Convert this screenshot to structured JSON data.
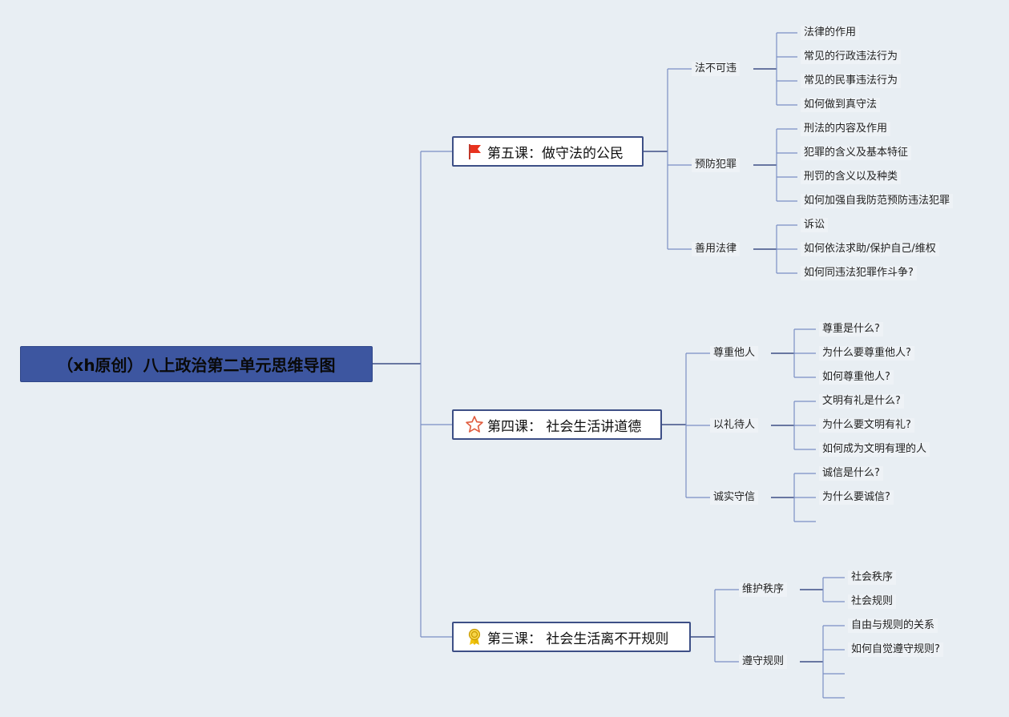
{
  "root": {
    "title": "（xh原创）八上政治第二单元思维导图"
  },
  "lessons": [
    {
      "label": "第五课：做守法的公民",
      "icon": "red-flag-icon",
      "topics": [
        {
          "label": "法不可违",
          "leaves": [
            "法律的作用",
            "常见的行政违法行为",
            "常见的民事违法行为",
            "如何做到真守法"
          ]
        },
        {
          "label": "预防犯罪",
          "leaves": [
            "刑法的内容及作用",
            "犯罪的含义及基本特征",
            "刑罚的含义以及种类",
            "如何加强自我防范预防违法犯罪"
          ]
        },
        {
          "label": "善用法律",
          "leaves": [
            "诉讼",
            "如何依法求助/保护自己/维权",
            "如何同违法犯罪作斗争?"
          ]
        }
      ]
    },
    {
      "label": "第四课： 社会生活讲道德",
      "icon": "star-outline-icon",
      "topics": [
        {
          "label": "尊重他人",
          "leaves": [
            "尊重是什么?",
            "为什么要尊重他人?",
            "如何尊重他人?"
          ]
        },
        {
          "label": "以礼待人",
          "leaves": [
            "文明有礼是什么?",
            "为什么要文明有礼?",
            "如何成为文明有理的人"
          ]
        },
        {
          "label": "诚实守信",
          "leaves": [
            "诚信是什么?",
            "为什么要诚信?",
            ""
          ]
        }
      ]
    },
    {
      "label": "第三课： 社会生活离不开规则",
      "icon": "award-ribbon-icon",
      "topics": [
        {
          "label": "维护秩序",
          "leaves": [
            "社会秩序",
            "社会规则"
          ]
        },
        {
          "label": "遵守规则",
          "leaves": [
            "自由与规则的关系",
            "如何自觉遵守规则?",
            "",
            ""
          ]
        }
      ]
    }
  ],
  "colors": {
    "root_fill": "#3d56a0",
    "line": "#7a8fc4",
    "line_dark": "#3d4f86",
    "background": "#e8eef3"
  }
}
